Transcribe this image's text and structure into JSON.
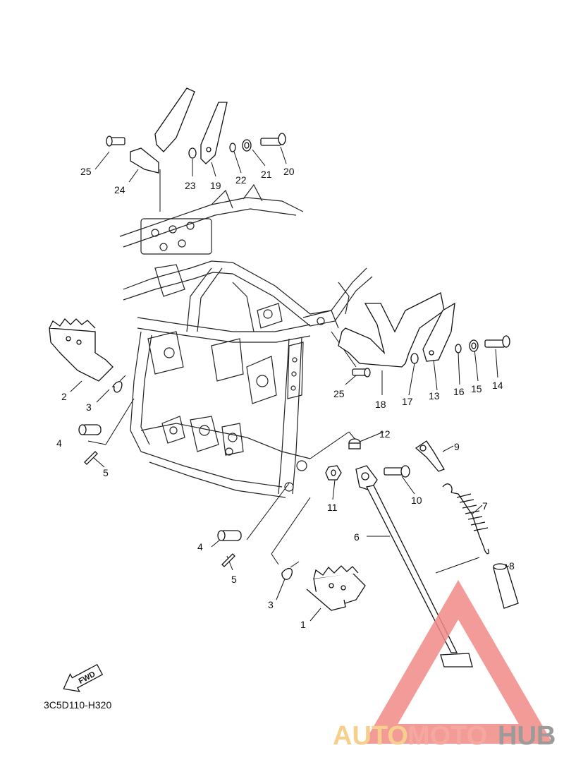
{
  "diagram_code": "3C5D110-H320",
  "fwd_label": "FWD",
  "watermark": {
    "part1": "AUTO",
    "part2": "MOTO",
    "part3": "HUB"
  },
  "callouts": {
    "c1": "1",
    "c2": "2",
    "c3a": "3",
    "c3b": "3",
    "c4a": "4",
    "c4b": "4",
    "c5a": "5",
    "c5b": "5",
    "c6": "6",
    "c7": "7",
    "c8": "8",
    "c9": "9",
    "c10": "10",
    "c11": "11",
    "c12": "12",
    "c13": "13",
    "c14": "14",
    "c15": "15",
    "c16": "16",
    "c17": "17",
    "c18": "18",
    "c19": "19",
    "c20": "20",
    "c21": "21",
    "c22": "22",
    "c23": "23",
    "c24": "24",
    "c25a": "25",
    "c25b": "25"
  },
  "colors": {
    "line": "#111111",
    "watermark_triangle": "#f08a86",
    "watermark_auto": "#f6c77a",
    "watermark_hub": "#8a8a8a"
  }
}
